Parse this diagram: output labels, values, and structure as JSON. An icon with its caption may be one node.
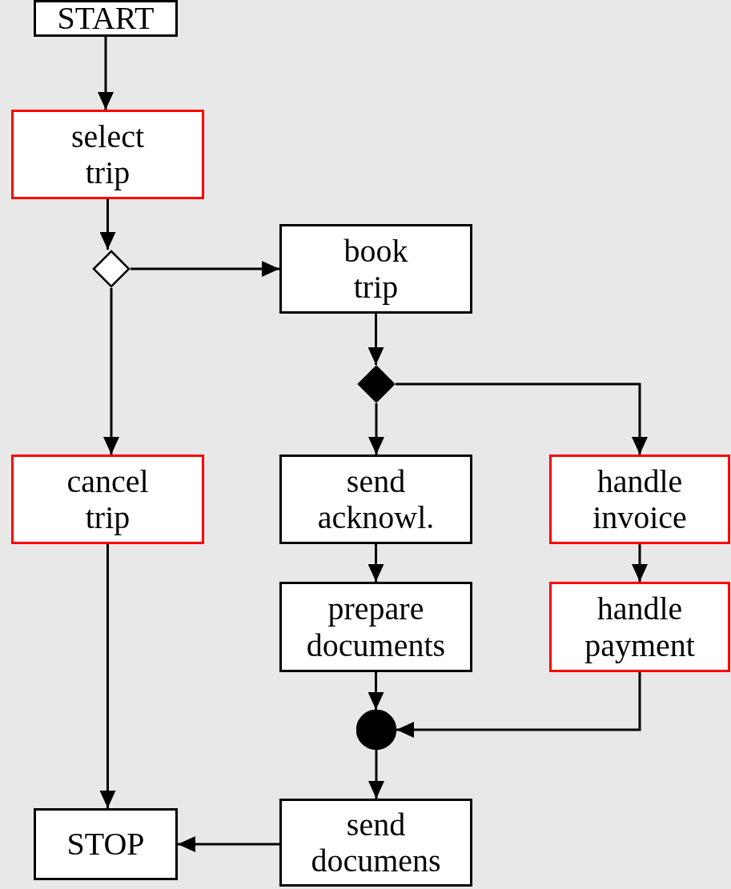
{
  "diagram": {
    "nodes": [
      {
        "text": [
          "START"
        ]
      },
      {
        "text": [
          "select trip"
        ]
      },
      {
        "text": [],
        "shape": "diamond"
      },
      {
        "text": [
          "book trip"
        ]
      },
      {
        "text": [],
        "shape": "diamond"
      },
      {
        "text": [
          "cancel trip"
        ]
      },
      {
        "text": [
          "send acknowl."
        ]
      },
      {
        "text": [
          "handle invoice"
        ]
      },
      {
        "text": [
          "prepare documents"
        ]
      },
      {
        "text": [
          "handle payment"
        ]
      },
      {
        "text": [],
        "shape": "circle"
      },
      {
        "text": [
          "STOP"
        ]
      },
      {
        "text": [
          "send documens"
        ]
      }
    ],
    "edges": [
      {
        "from": 0,
        "to": 1,
        "arrow": "to"
      },
      {
        "from": 1,
        "to": 2,
        "arrow": "to"
      },
      {
        "from": 2,
        "to": 3,
        "arrow": "to"
      },
      {
        "from": 2,
        "to": 5,
        "arrow": "to"
      },
      {
        "from": 3,
        "to": 4,
        "arrow": "to"
      },
      {
        "from": 4,
        "to": 6,
        "arrow": "to"
      },
      {
        "from": 4,
        "to": 7,
        "arrow": "to"
      },
      {
        "from": 6,
        "to": 8,
        "arrow": "to"
      },
      {
        "from": 7,
        "to": 9,
        "arrow": "to"
      },
      {
        "from": 8,
        "to": 10,
        "arrow": "to"
      },
      {
        "from": 9,
        "to": 10,
        "arrow": "to"
      },
      {
        "from": 10,
        "to": 12,
        "arrow": "to"
      },
      {
        "from": 5,
        "to": 11,
        "arrow": "to"
      },
      {
        "from": 12,
        "to": 11,
        "arrow": "to"
      }
    ]
  }
}
